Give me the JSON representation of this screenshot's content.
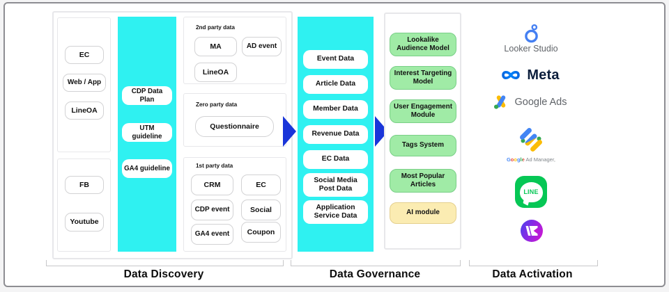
{
  "sections": {
    "discovery": {
      "title": "Data Discovery",
      "sources_top": [
        "EC",
        "Web / App",
        "LineOA"
      ],
      "sources_bottom": [
        "FB",
        "Youtube"
      ],
      "guidelines": [
        "CDP Data Plan",
        "UTM guideline",
        "GA4 guideline"
      ],
      "second_party": {
        "label": "2nd party data",
        "items": [
          "MA",
          "AD event",
          "LineOA"
        ]
      },
      "zero_party": {
        "label": "Zero party data",
        "items": [
          "Questionnaire"
        ]
      },
      "first_party": {
        "label": "1st party data",
        "items": [
          "CRM",
          "EC",
          "CDP event",
          "Social",
          "GA4 event",
          "Coupon"
        ]
      }
    },
    "governance": {
      "title": "Data Governance",
      "data_types": [
        "Event Data",
        "Article Data",
        "Member Data",
        "Revenue Data",
        "EC Data",
        "Social Media Post Data",
        "Application Service Data"
      ],
      "modules": [
        "Lookalike Audience Model",
        "Interest Targeting Model",
        "User Engagement Module",
        "Tags System",
        "Most Popular Articles",
        "AI module"
      ]
    },
    "activation": {
      "title": "Data Activation",
      "platforms": {
        "looker": "Looker Studio",
        "meta": "Meta",
        "google_ads": "Google Ads",
        "gam_brand": "Google",
        "gam_rest": " Ad Manager,",
        "line": "LINE"
      }
    }
  },
  "colors": {
    "flow_cyan": "#2ff1f1",
    "module_green": "#a0eba6",
    "module_green_border": "#79cf87",
    "module_yellow": "#fbecb2",
    "arrow_blue": "#1a35d9",
    "line_green": "#06c755",
    "meta_blue": "#0668e1",
    "google_blue": "#4285f4",
    "google_yellow": "#fbbc04",
    "google_green": "#34a853",
    "purple_logo_gradient_start": "#4b43ee",
    "purple_logo_gradient_end": "#d614cf"
  }
}
